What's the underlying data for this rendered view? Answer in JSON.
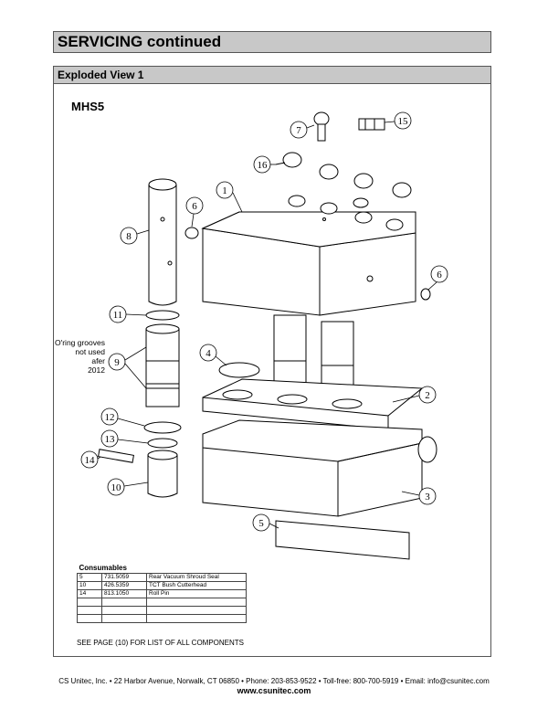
{
  "header": {
    "title": "SERVICING continued",
    "section": "Exploded View 1"
  },
  "model": "MHS5",
  "note_lines": [
    "O'ring grooves",
    "not used",
    "afer",
    "2012"
  ],
  "callouts": [
    "1",
    "2",
    "3",
    "4",
    "5",
    "6",
    "6",
    "7",
    "8",
    "9",
    "10",
    "11",
    "12",
    "13",
    "14",
    "15",
    "16"
  ],
  "consumables": {
    "title": "Consumables",
    "rows": [
      [
        "5",
        "731.5059",
        "Rear Vacuum Shroud Seal"
      ],
      [
        "10",
        "426.5359",
        "TCT Bush Cutterhead"
      ],
      [
        "14",
        "813.1050",
        "Roll Pin"
      ],
      [
        "",
        "",
        ""
      ],
      [
        "",
        "",
        ""
      ],
      [
        "",
        "",
        ""
      ]
    ]
  },
  "see_page": "SEE PAGE (10) FOR LIST OF ALL COMPONENTS",
  "footer": {
    "line1": "CS Unitec, Inc. • 22 Harbor Avenue, Norwalk, CT 06850 • Phone: 203-853-9522 • Toll-free: 800-700-5919 • Email: info@csunitec.com",
    "line2": "www.csunitec.com"
  }
}
